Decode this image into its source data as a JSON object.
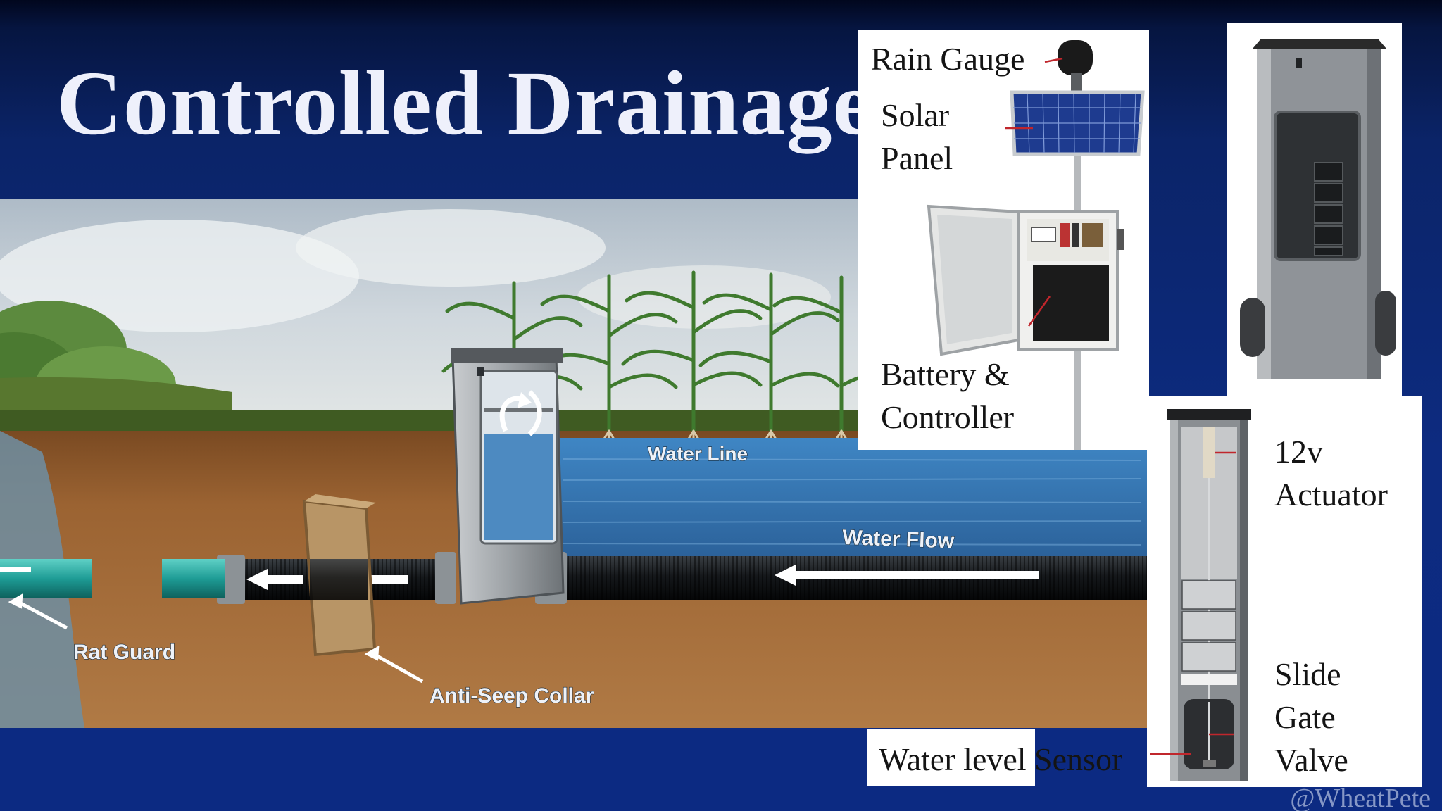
{
  "slide": {
    "title": "Controlled Drainage",
    "watermark": "@WheatPete"
  },
  "illustration": {
    "labels": {
      "water_line": "Water Line",
      "water_flow": "Water Flow",
      "rat_guard": "Rat Guard",
      "anti_seep_collar": "Anti-Seep Collar"
    }
  },
  "weather_station": {
    "rain_gauge": "Rain Gauge",
    "solar_line1": "Solar",
    "solar_line2": "Panel",
    "battery_line1": "Battery &",
    "battery_line2": "Controller"
  },
  "actuator_structure": {
    "actuator_line1": "12v",
    "actuator_line2": "Actuator",
    "slide_gate_line1": "Slide",
    "slide_gate_line2": "Gate",
    "slide_gate_line3": "Valve",
    "water_level_sensor": "Water level Sensor"
  },
  "colors": {
    "background_top": "#01071e",
    "background_bottom": "#0c2a82",
    "title_text": "#eef0fb",
    "pointer_red": "#c0262c",
    "water": "#2f6fab",
    "soil": "#9a6232"
  }
}
